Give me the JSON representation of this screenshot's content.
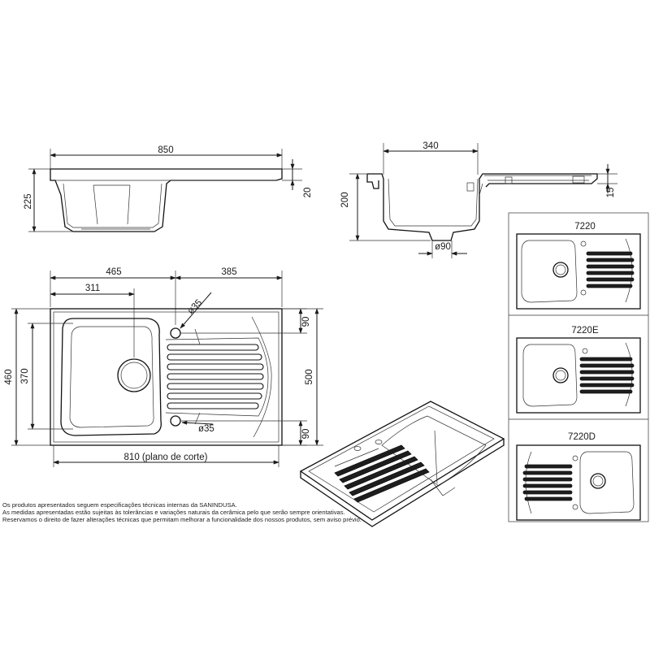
{
  "dimensions": {
    "side_width": "850",
    "side_height": "225",
    "side_rim": "20",
    "section_width": "340",
    "section_height": "200",
    "section_rim": "15",
    "drain_diameter": "ø90",
    "bowl_offset": "465",
    "drainer_offset": "385",
    "bowl_center": "311",
    "tap_hole_top": "ø35",
    "tap_hole_bottom": "ø35",
    "top_offset": "90",
    "bottom_offset": "90",
    "overall_depth": "460",
    "inner_depth": "370",
    "cutout_depth": "500",
    "cutout_width": "810 (plano de corte)"
  },
  "variants": [
    {
      "label": "7220"
    },
    {
      "label": "7220E"
    },
    {
      "label": "7220D"
    }
  ],
  "notes": [
    "Os produtos apresentados seguem especificações técnicas internas da SANINDUSA.",
    "As medidas apresentadas estão sujeitas às tolerâncias e variações naturais da cerâmica pelo que serão sempre orientativas.",
    "Reservamos o direito de fazer alterações técnicas que permitam melhorar a funcionalidade dos nossos produtos, sem aviso prévio."
  ]
}
